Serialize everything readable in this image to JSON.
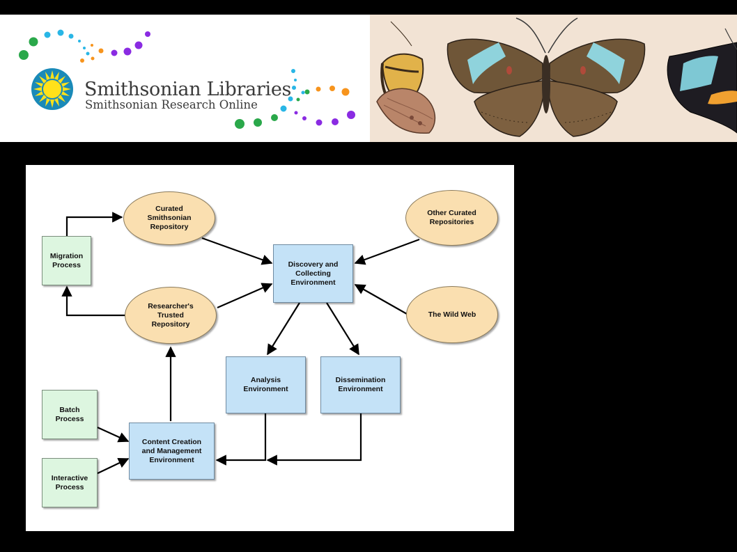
{
  "banner": {
    "title": "Smithsonian Libraries",
    "subtitle": "Smithsonian Research Online",
    "logo_icon": "smithsonian-sun-logo",
    "image_icon": "butterfly-illustration"
  },
  "diagram": {
    "nodes": {
      "curated_smithsonian": "Curated\nSmithsonian\nRepository",
      "other_curated": "Other Curated\nRepositories",
      "migration": "Migration\nProcess",
      "discovery": "Discovery and\nCollecting\nEnvironment",
      "researchers_trusted": "Researcher's\nTrusted\nRepository",
      "wild_web": "The Wild Web",
      "analysis": "Analysis\nEnvironment",
      "dissemination": "Dissemination\nEnvironment",
      "batch": "Batch\nProcess",
      "content_creation": "Content Creation\nand Management\nEnvironment",
      "interactive": "Interactive\nProcess"
    }
  },
  "colors": {
    "environment_fill": "#c4e2f7",
    "process_fill": "#ddf6e0",
    "repository_fill": "#fadfb0",
    "background": "#000000"
  }
}
